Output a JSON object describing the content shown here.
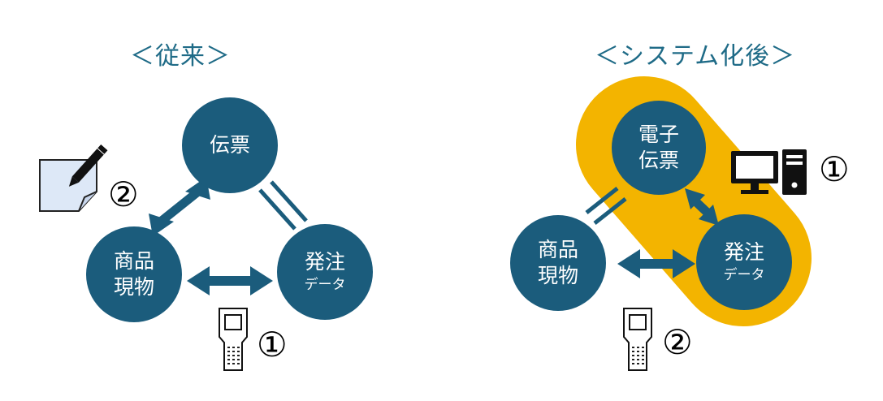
{
  "titles": {
    "before": "＜従来＞",
    "after": "＜システム化後＞"
  },
  "before": {
    "node_slip": "伝票",
    "node_goods_line1": "商品",
    "node_goods_line2": "現物",
    "node_order_line1": "発注",
    "node_order_line2": "データ",
    "label_paper": "②",
    "label_scanner": "①",
    "icons": [
      "paper-pen-icon",
      "handheld-scanner-icon"
    ]
  },
  "after": {
    "node_eslip_line1": "電子",
    "node_eslip_line2": "伝票",
    "node_goods_line1": "商品",
    "node_goods_line2": "現物",
    "node_order_line1": "発注",
    "node_order_line2": "データ",
    "label_pc": "①",
    "label_scanner": "②",
    "icons": [
      "desktop-computer-icon",
      "handheld-scanner-icon"
    ]
  },
  "colors": {
    "node": "#1b5c7c",
    "arrow": "#1b5c7c",
    "title": "#1f6b87",
    "highlight": "#f3b400",
    "paper": "#dde8f7"
  }
}
